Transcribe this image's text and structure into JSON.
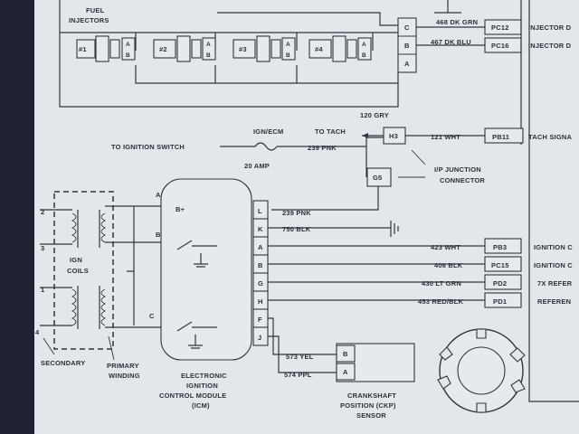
{
  "injectors": {
    "title_line1": "FUEL",
    "title_line2": "INJECTORS",
    "items": [
      {
        "num": "#1",
        "pin_a": "A",
        "pin_b": "B"
      },
      {
        "num": "#2",
        "pin_a": "A",
        "pin_b": "B"
      },
      {
        "num": "#3",
        "pin_a": "A",
        "pin_b": "B"
      },
      {
        "num": "#4",
        "pin_a": "A",
        "pin_b": "B"
      }
    ]
  },
  "connector_cba": {
    "c": "C",
    "b": "B",
    "a": "A"
  },
  "wires": {
    "w468": "468 DK GRN",
    "w467": "467 DK BLU",
    "w120": "120 GRY",
    "w121": "121 WHT",
    "w239": "239 PNK",
    "w239b": "239 PNK",
    "w750": "750 BLK",
    "w423": "423 WHT",
    "w406": "406 BLK",
    "w430": "430 LT GRN",
    "w453": "453 RED/BLK",
    "w573": "573 YEL",
    "w574": "574 PPL"
  },
  "pins": {
    "pc12": "PC12",
    "pc16": "PC16",
    "pb11": "PB11",
    "pb3": "PB3",
    "pc15": "PC15",
    "pd2": "PD2",
    "pd1": "PD1"
  },
  "right_labels": {
    "injector_1": "INJECTOR D",
    "injector_2": "INJECTOR D",
    "tach": "TACH SIGNA",
    "ign1": "IGNITION C",
    "ign2": "IGNITION C",
    "ref1": "7X REFER",
    "ref2": "REFEREN"
  },
  "labels": {
    "ign_ecm": "IGN/ECM",
    "to_ignition_switch": "TO IGNITION SWITCH",
    "amp": "20 AMP",
    "to_tach": "TO TACH",
    "h3": "H3",
    "g5": "G5",
    "ip_junction_1": "I/P JUNCTION",
    "ip_junction_2": "CONNECTOR",
    "ign_coils_1": "IGN",
    "ign_coils_2": "COILS",
    "secondary": "SECONDARY",
    "primary_1": "PRIMARY",
    "primary_2": "WINDING",
    "icm_1": "ELECTRONIC",
    "icm_2": "IGNITION",
    "icm_3": "CONTROL MODULE",
    "icm_4": "(ICM)",
    "ckp_1": "CRANKSHAFT",
    "ckp_2": "POSITION (CKP)",
    "ckp_3": "SENSOR",
    "coil_a": "A",
    "coil_b": "B",
    "coil_c": "C",
    "b_plus": "B+",
    "n2": "2",
    "n3": "3",
    "n1": "1",
    "n4": "4"
  },
  "icm_pins": [
    "L",
    "K",
    "A",
    "B",
    "G",
    "H",
    "F",
    "J"
  ],
  "ckp_pins": {
    "b": "B",
    "a": "A"
  }
}
